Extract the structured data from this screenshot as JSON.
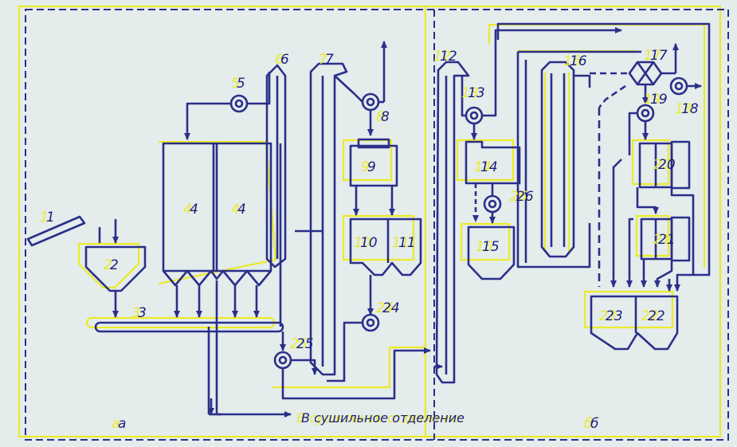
{
  "labels": {
    "n1": "1",
    "n2": "2",
    "n3": "3",
    "n4a": "4",
    "n4b": "4",
    "n5": "5",
    "n6": "6",
    "n7": "7",
    "n8": "8",
    "n9": "9",
    "n10": "10",
    "n11": "11",
    "n12": "12",
    "n13": "13",
    "n14": "14",
    "n15": "15",
    "n16": "16",
    "n17": "17",
    "n18": "18",
    "n19": "19",
    "n20": "20",
    "n21": "21",
    "n22": "22",
    "n23": "23",
    "n24": "24",
    "n25": "25",
    "n26": "26"
  },
  "sections": {
    "a": "а",
    "b": "б"
  },
  "caption": "В сушильное отделение",
  "colors": {
    "line": "#2a2f8a",
    "shadow": "#ecea2a",
    "background": "#e4ecec"
  }
}
